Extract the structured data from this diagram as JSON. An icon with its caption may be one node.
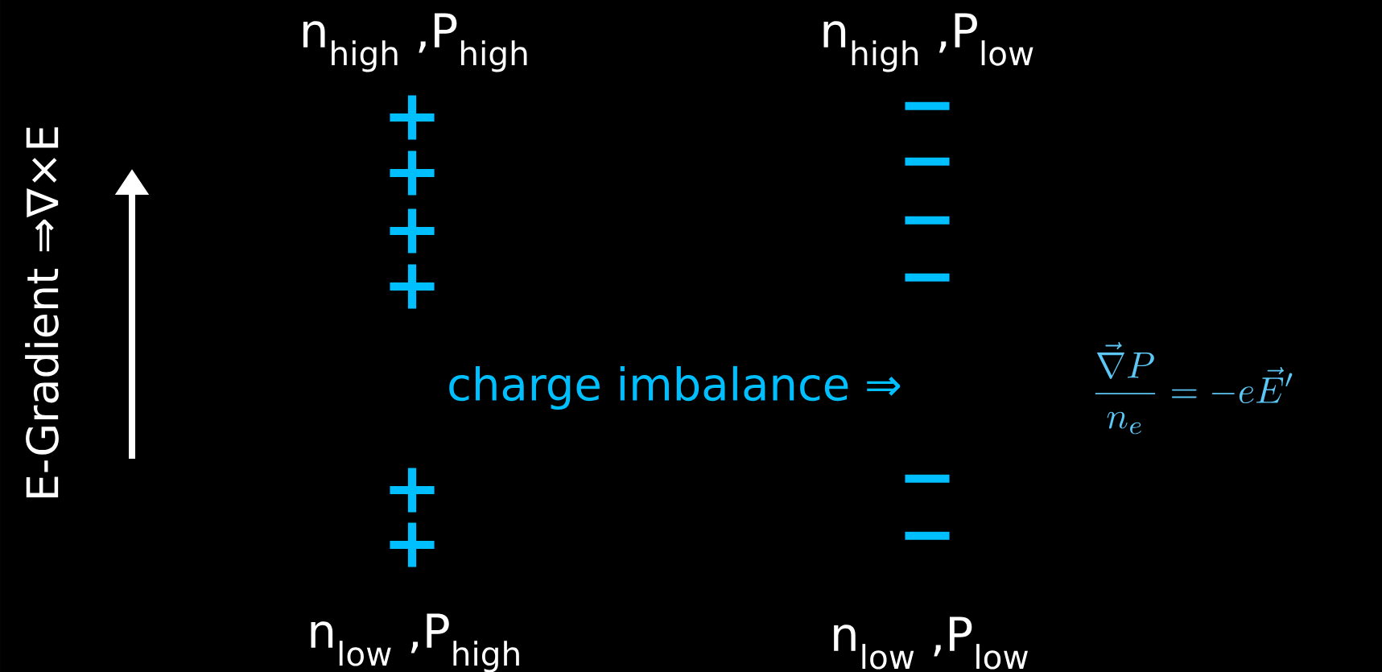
{
  "diagram": {
    "labels": [
      "n$_{high}$ ,P$_{high}$",
      "n$_{high}$ ,P$_{low}$",
      "+",
      "−",
      "+",
      "−",
      "+",
      "−",
      "+",
      "−",
      "charge imbalance ⇒",
      "\\frac{\\vec{\\nabla} P}{n_e} = -e\\vec{E}'",
      "+",
      "−",
      "+",
      "−",
      "n$_{low}$ ,P$_{high}$",
      "n$_{low}$ ,P$_{low}$",
      "E-Gradient ⇒∇×E"
    ]
  }
}
